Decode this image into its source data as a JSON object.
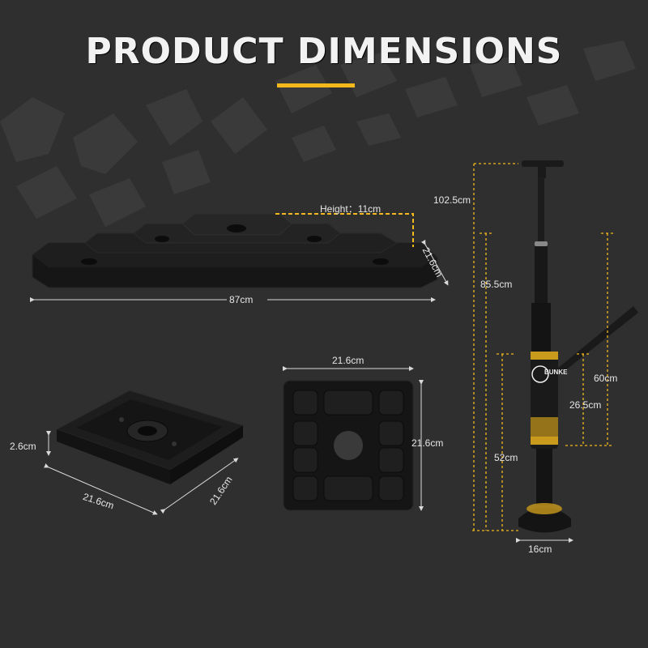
{
  "title": "PRODUCT DIMENSIONS",
  "colors": {
    "background": "#2f2f2f",
    "accent": "#f2b81c",
    "product": "#141414"
  },
  "labels": {
    "height": "Height：11cm",
    "width_87": "87cm",
    "depth_216_top": "21.6cm",
    "thick_26": "2.6cm",
    "pad_width": "21.6cm",
    "pad_depth": "21.6cm",
    "plan_width": "21.6cm",
    "plan_height": "21.6cm",
    "total_height": "102.5cm",
    "shaft_height": "85.5cm",
    "handle_height": "60cm",
    "body_height": "26.5cm",
    "base_to_body": "52cm",
    "base_width": "16cm"
  },
  "jack_brand": "BUNKE"
}
